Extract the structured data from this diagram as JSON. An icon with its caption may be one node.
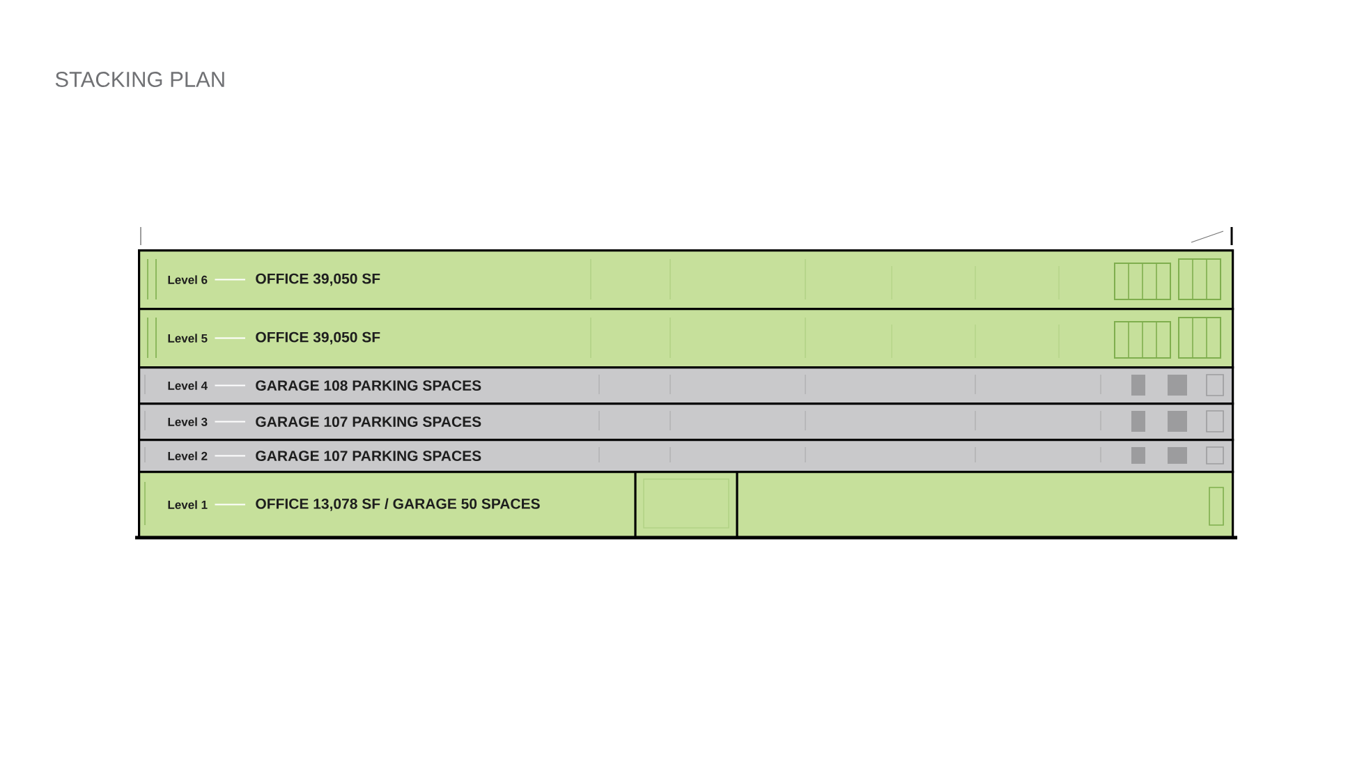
{
  "diagram": {
    "title": "STACKING PLAN",
    "nodes": [
      {
        "text": [],
        "shape": "box"
      },
      {
        "text": [
          "Level 6"
        ],
        "in": 0
      },
      {
        "text": [
          "OFFICE 39,050 SF"
        ],
        "in": 0
      },
      {
        "text": [],
        "shape": "box"
      },
      {
        "text": [
          "Level 5"
        ],
        "in": 3
      },
      {
        "text": [
          "OFFICE 39,050 SF"
        ],
        "in": 3
      },
      {
        "text": [],
        "shape": "box"
      },
      {
        "text": [
          "Level 4"
        ],
        "in": 6
      },
      {
        "text": [
          "GARAGE 108 PARKING SPACES"
        ],
        "in": 6
      },
      {
        "text": [],
        "shape": "box"
      },
      {
        "text": [
          "Level 3"
        ],
        "in": 9
      },
      {
        "text": [
          "GARAGE 107 PARKING SPACES"
        ],
        "in": 9
      },
      {
        "text": [],
        "shape": "box"
      },
      {
        "text": [
          "Level 2"
        ],
        "in": 12
      },
      {
        "text": [
          "GARAGE 107 PARKING SPACES"
        ],
        "in": 12
      },
      {
        "text": [],
        "shape": "box"
      },
      {
        "text": [
          "Level 1"
        ],
        "in": 15
      },
      {
        "text": [
          "OFFICE 13,078 SF / GARAGE 50 SPACES"
        ],
        "in": 15
      }
    ],
    "edges": [
      {
        "from": 1,
        "to": 2,
        "arrow": "none"
      },
      {
        "from": 4,
        "to": 5,
        "arrow": "none"
      },
      {
        "from": 7,
        "to": 8,
        "arrow": "none"
      },
      {
        "from": 10,
        "to": 11,
        "arrow": "none"
      },
      {
        "from": 13,
        "to": 14,
        "arrow": "none"
      },
      {
        "from": 16,
        "to": 17,
        "arrow": "none"
      }
    ]
  }
}
